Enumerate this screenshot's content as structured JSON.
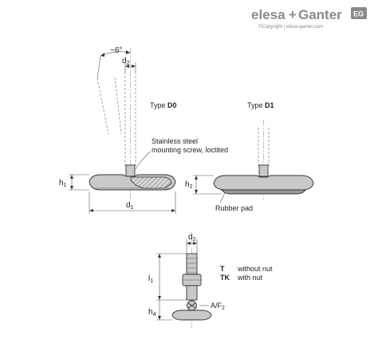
{
  "brand": {
    "name_left": "elesa",
    "plus": "+",
    "name_right": "Ganter",
    "badge": "EG",
    "copyright": "©Copyright | elesa-ganter.com"
  },
  "type_d0": {
    "title_prefix": "Type ",
    "title_code": "D0",
    "angle_label": "~6°",
    "dim_d2": "d",
    "dim_d2_sub": "2",
    "dim_h1": "h",
    "dim_h1_sub": "1",
    "dim_d1": "d",
    "dim_d1_sub": "1",
    "callout_line1": "Stainless steel",
    "callout_line2": "mounting screw, loctited"
  },
  "type_d1": {
    "title_prefix": "Type ",
    "title_code": "D1",
    "dim_h2": "h",
    "dim_h2_sub": "2",
    "callout": "Rubber pad"
  },
  "side_view": {
    "dim_d2": "d",
    "dim_d2_sub": "2",
    "dim_l1": "l",
    "dim_l1_sub": "1",
    "dim_h4": "h",
    "dim_h4_sub": "4",
    "af_label": "A/F",
    "af_sub": "2",
    "legend": [
      {
        "code": "T",
        "text": "without nut"
      },
      {
        "code": "TK",
        "text": "with nut"
      }
    ]
  }
}
